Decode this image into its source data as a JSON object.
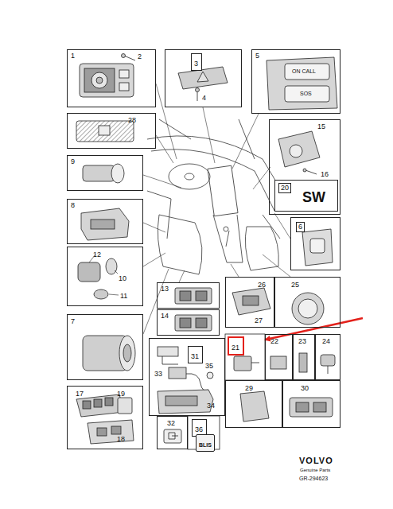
{
  "diagram": {
    "nodes": [
      {
        "text": [
          "1",
          "2"
        ]
      },
      {
        "text": [
          "4"
        ]
      },
      {
        "text": [
          "3"
        ],
        "in": 1
      },
      {
        "text": [
          "5"
        ]
      },
      {
        "text": [
          "28"
        ]
      },
      {
        "text": [
          "15",
          "16"
        ]
      },
      {
        "text": [
          "20",
          "SW"
        ],
        "in": 5
      },
      {
        "text": [
          "9"
        ]
      },
      {
        "text": [
          "8"
        ]
      },
      {
        "text": [
          "6"
        ]
      },
      {
        "text": [
          "12",
          "10",
          "11"
        ]
      },
      {
        "text": [
          "26",
          "27"
        ]
      },
      {
        "text": [
          "25"
        ]
      },
      {
        "text": [
          "13"
        ]
      },
      {
        "text": [
          "14"
        ]
      },
      {
        "text": [
          "7"
        ]
      },
      {
        "text": [
          "33",
          "35",
          "34"
        ]
      },
      {
        "text": [
          "31"
        ],
        "in": 16
      },
      {
        "text": [
          "21"
        ]
      },
      {
        "text": [
          "22"
        ]
      },
      {
        "text": [
          "23"
        ]
      },
      {
        "text": [
          "24"
        ]
      },
      {
        "text": [
          "17",
          "19",
          "18"
        ]
      },
      {
        "text": [
          "29"
        ]
      },
      {
        "text": [
          "30"
        ]
      },
      {
        "text": [
          "32"
        ]
      },
      {
        "text": [
          "36"
        ]
      },
      {
        "text": [
          "BLIS"
        ]
      }
    ],
    "labels": [
      "ON CALL",
      "SOS",
      "VOLVO",
      "Genuine Parts",
      "GR-294623"
    ]
  }
}
